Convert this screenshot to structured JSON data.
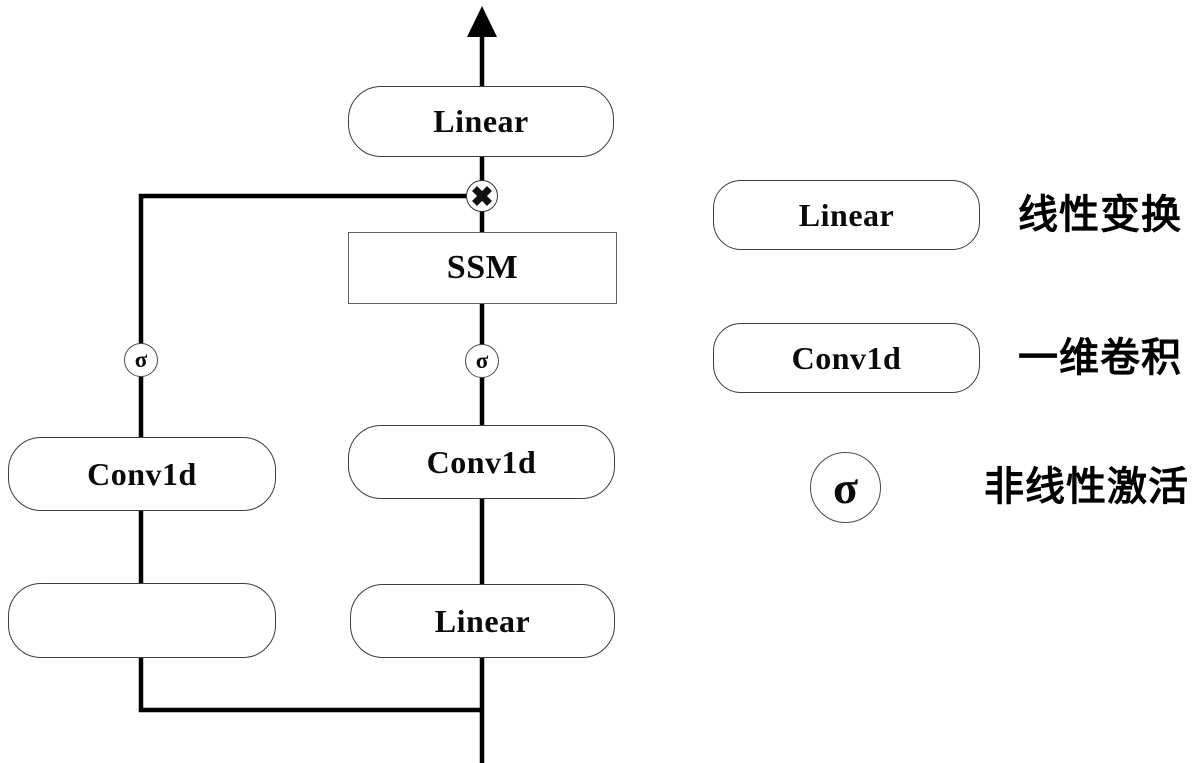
{
  "diagram": {
    "nodes": {
      "out_linear": "Linear",
      "ssm": "SSM",
      "main_act": "σ",
      "main_conv": "Conv1d",
      "main_linear": "Linear",
      "gate_act": "σ",
      "gate_conv": "Conv1d",
      "gate_input_box": ""
    },
    "icons": {
      "multiply_node": "circled-x",
      "output_arrow": "arrow-up"
    },
    "legend": {
      "items": [
        {
          "symbol": "Linear",
          "shape": "rounded-box",
          "label": "线性变换"
        },
        {
          "symbol": "Conv1d",
          "shape": "rounded-box",
          "label": "一维卷积"
        },
        {
          "symbol": "σ",
          "shape": "circle",
          "label": "非线性激活"
        }
      ]
    },
    "colors": {
      "line": "#000000",
      "box_border": "#3d3d3d",
      "background": "#ffffff"
    }
  }
}
